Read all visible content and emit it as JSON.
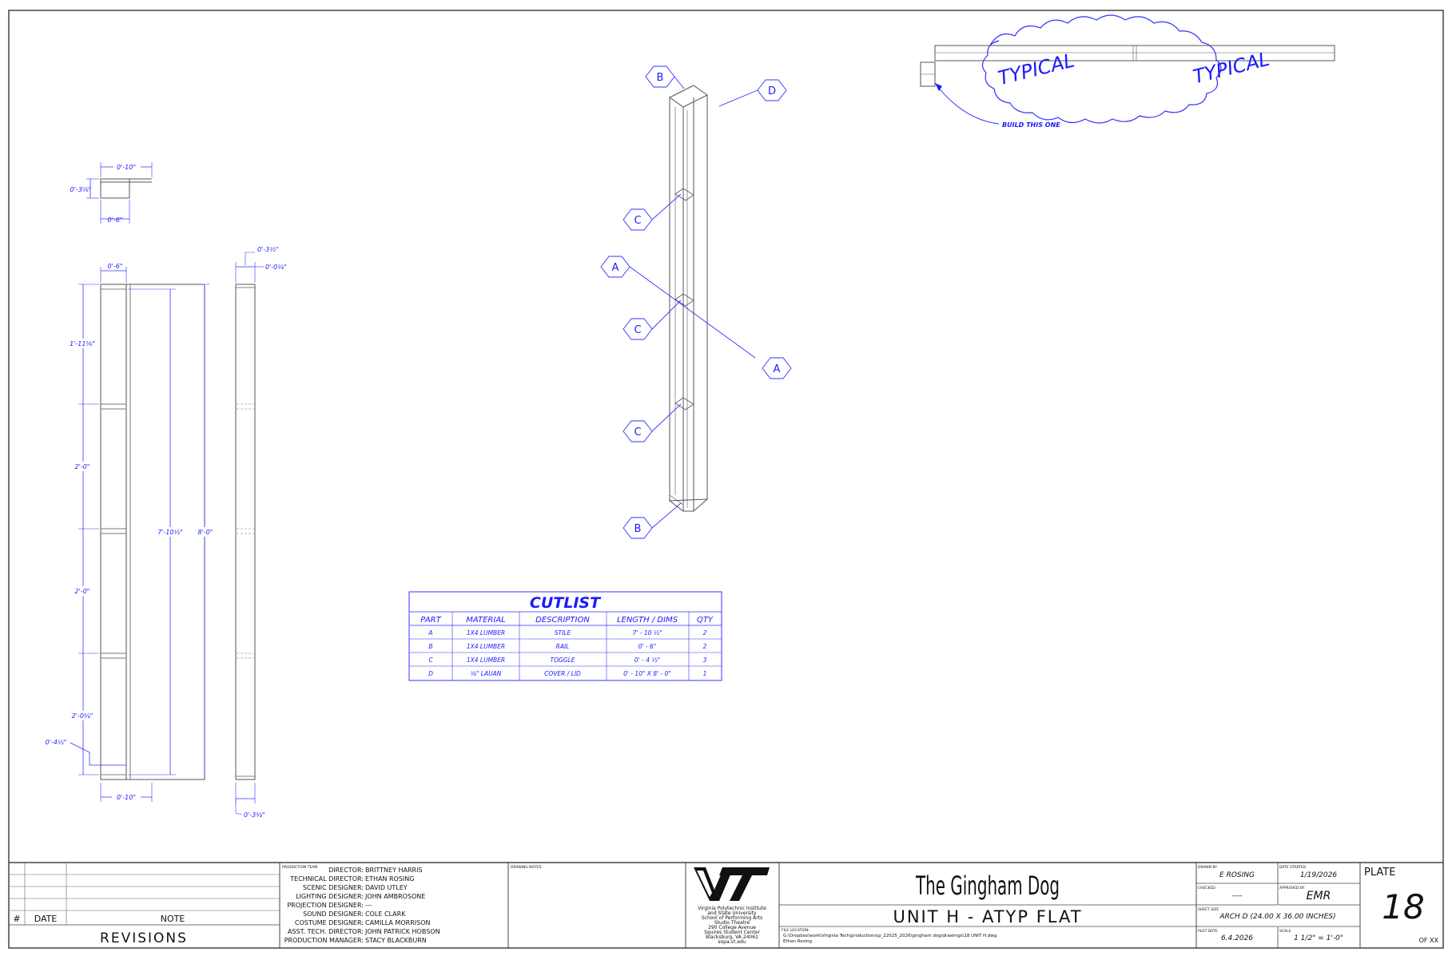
{
  "details": {
    "top_labels": [
      "TYPICAL",
      "TYPICAL"
    ],
    "callout": "BUILD THIS ONE"
  },
  "dims": {
    "top_width": "0'-10\"",
    "top_depth": "0'-3⁵⁄₈\"",
    "top_inner": "0'-6\"",
    "front_top": "0'-6\"",
    "front_seg1": "1'-11⁵⁄₈\"",
    "front_seg2": "2'-0\"",
    "front_seg3": "2'-0\"",
    "front_seg4": "2'-0³⁄₄\"",
    "front_bottom_rail": "0'-4¹⁄₂\"",
    "front_stile_len": "7'-10¹⁄₂\"",
    "front_overall": "8'-0\"",
    "front_width": "0'-10\"",
    "side_top1": "0'-3¹⁄₂\"",
    "side_top2": "0'-0¹⁄₄\"",
    "side_bottom": "0'-3³⁄₄\""
  },
  "iso_labels": {
    "b_top": "B",
    "d": "D",
    "c1": "C",
    "a_left": "A",
    "c2": "C",
    "a_right": "A",
    "c3": "C",
    "b_bottom": "B"
  },
  "cutlist": {
    "title": "CUTLIST",
    "headers": [
      "PART",
      "MATERIAL",
      "DESCRIPTION",
      "LENGTH / DIMS",
      "QTY"
    ],
    "rows": [
      [
        "A",
        "1X4 LUMBER",
        "STILE",
        "7' - 10 ¹⁄₂\"",
        "2"
      ],
      [
        "B",
        "1X4 LUMBER",
        "RAIL",
        "0' - 6\"",
        "2"
      ],
      [
        "C",
        "1X4 LUMBER",
        "TOGGLE",
        "0' - 4 ¹⁄₂\"",
        "3"
      ],
      [
        "D",
        "¹⁄₈\" LAUAN",
        "COVER / LID",
        "0' - 10\" X 8' - 0\"",
        "1"
      ]
    ]
  },
  "revisions": {
    "headers": [
      "#",
      "DATE",
      "NOTE"
    ],
    "title": "REVISIONS"
  },
  "team": {
    "section_label": "PRODUCTION TEAM",
    "rows": [
      {
        "role": "DIRECTOR:",
        "name": "BRITTNEY HARRIS"
      },
      {
        "role": "TECHNICAL DIRECTOR:",
        "name": "ETHAN ROSING"
      },
      {
        "role": "SCENIC DESIGNER:",
        "name": "DAVID UTLEY"
      },
      {
        "role": "LIGHTING DESIGNER:",
        "name": "JOHN AMBROSONE"
      },
      {
        "role": "PROJECTION DESIGNER:",
        "name": "---"
      },
      {
        "role": "SOUND DESIGNER:",
        "name": "COLE CLARK"
      },
      {
        "role": "COSTUME DESIGNER:",
        "name": "CAMILLA MORRISON"
      },
      {
        "role": "ASST. TECH. DIRECTOR:",
        "name": "JOHN PATRICK HOBSON"
      },
      {
        "role": "PRODUCTION MANAGER:",
        "name": "STACY BLACKBURN"
      }
    ]
  },
  "drawing_notes_label": "DRAWING NOTES",
  "school": {
    "logo": "VT",
    "lines": [
      "Virginia Polytechnic Institute",
      "and State University",
      "School of Performing Arts",
      "Studio Theatre",
      "290 College Avenue",
      "Squires Student Center",
      "Blacksburg, VA 24061",
      "sopa.vt.edu"
    ]
  },
  "show_title": "The Gingham Dog",
  "drawing_title": "UNIT H - ATYP FLAT",
  "file_location": {
    "label": "FILE LOCATION:",
    "path": "G:\\Dropbox\\work\\Virginia Tech\\productions\\p_22025_2026\\gingham dog\\drawings\\18 UNIT H.dwg",
    "author": "Ethan Rosing"
  },
  "title_block": {
    "drawn_by_label": "DRAWN BY",
    "drawn_by": "E ROSING",
    "date_started_label": "DATE STARTED",
    "date_started": "1/19/2026",
    "checked_label": "CHECKED",
    "checked": "----",
    "approved_label": "APPROVED BY",
    "approved": "EMR",
    "sheet_size_label": "SHEET SIZE",
    "sheet_size": "ARCH D (24.00 X 36.00 INCHES)",
    "plot_date_label": "PLOT DATE",
    "plot_date": "6.4.2026",
    "scale_label": "SCALE",
    "scale": "1 1/2\" = 1'-0\"",
    "plate_label": "PLATE",
    "plate_number": "18",
    "of_label": "OF XX"
  },
  "colors": {
    "annotation": "#1a1aff",
    "linework": "#555555"
  }
}
